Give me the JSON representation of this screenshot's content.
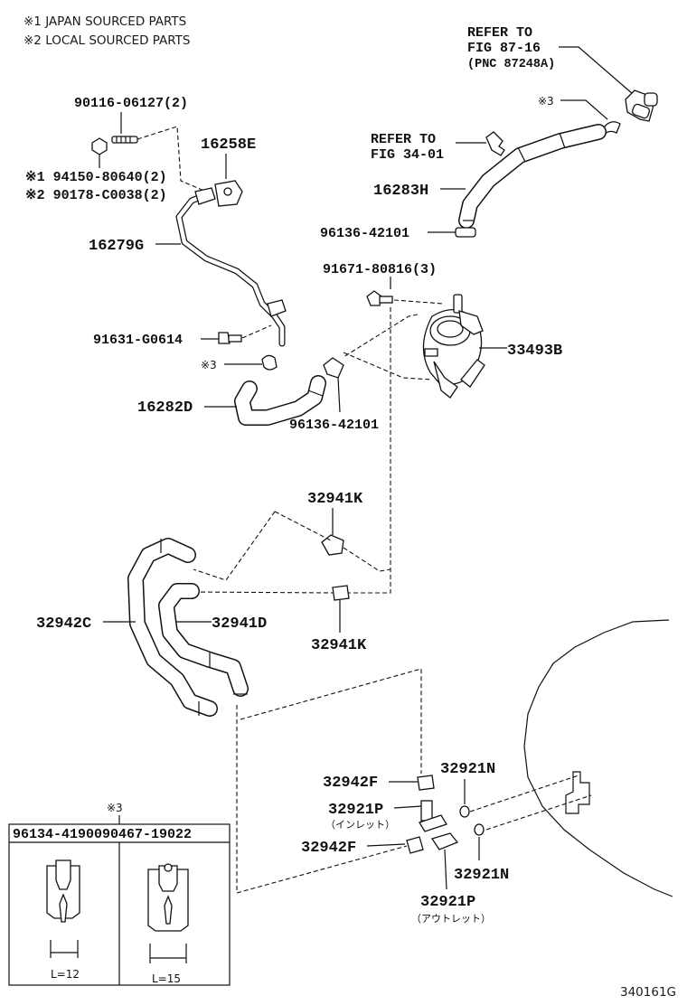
{
  "notes": {
    "japan": "※1 JAPAN SOURCED PARTS",
    "local": "※2 LOCAL SOURCED PARTS"
  },
  "refer_87": {
    "line1": "REFER TO",
    "line2": "FIG 87-16",
    "line3": "(PNC 87248A)"
  },
  "refer_34": {
    "line1": "REFER TO",
    "line2": "FIG 34-01"
  },
  "labels": {
    "p90116": "90116-06127(2)",
    "p16258E": "16258E",
    "p94150": "※1 94150-80640(2)",
    "p90178": "※2 90178-C0038(2)",
    "p16279G": "16279G",
    "p91631": "91631-G0614",
    "ref3_a": "※3",
    "ref3_b": "※3",
    "p16282D": "16282D",
    "p96136_lower": "96136-42101",
    "p16283H": "16283H",
    "p96136_upper": "96136-42101",
    "p91671": "91671-80816(3)",
    "p33493B": "33493B",
    "p32941K_top": "32941K",
    "p32941K_bot": "32941K",
    "p32942C": "32942C",
    "p32941D": "32941D",
    "p32942F_top": "32942F",
    "p32921P_top": "32921P",
    "inlet": "（インレット）",
    "p32942F_bot": "32942F",
    "p32921N_top": "32921N",
    "p32921N_bot": "32921N",
    "p32921P_bot": "32921P",
    "outlet": "（アウトレット）"
  },
  "inset": {
    "ref": "※3",
    "header": "96134-4190090467-19022",
    "left_dim": "L=12",
    "right_dim": "L=15"
  },
  "figure_id": "340161G"
}
